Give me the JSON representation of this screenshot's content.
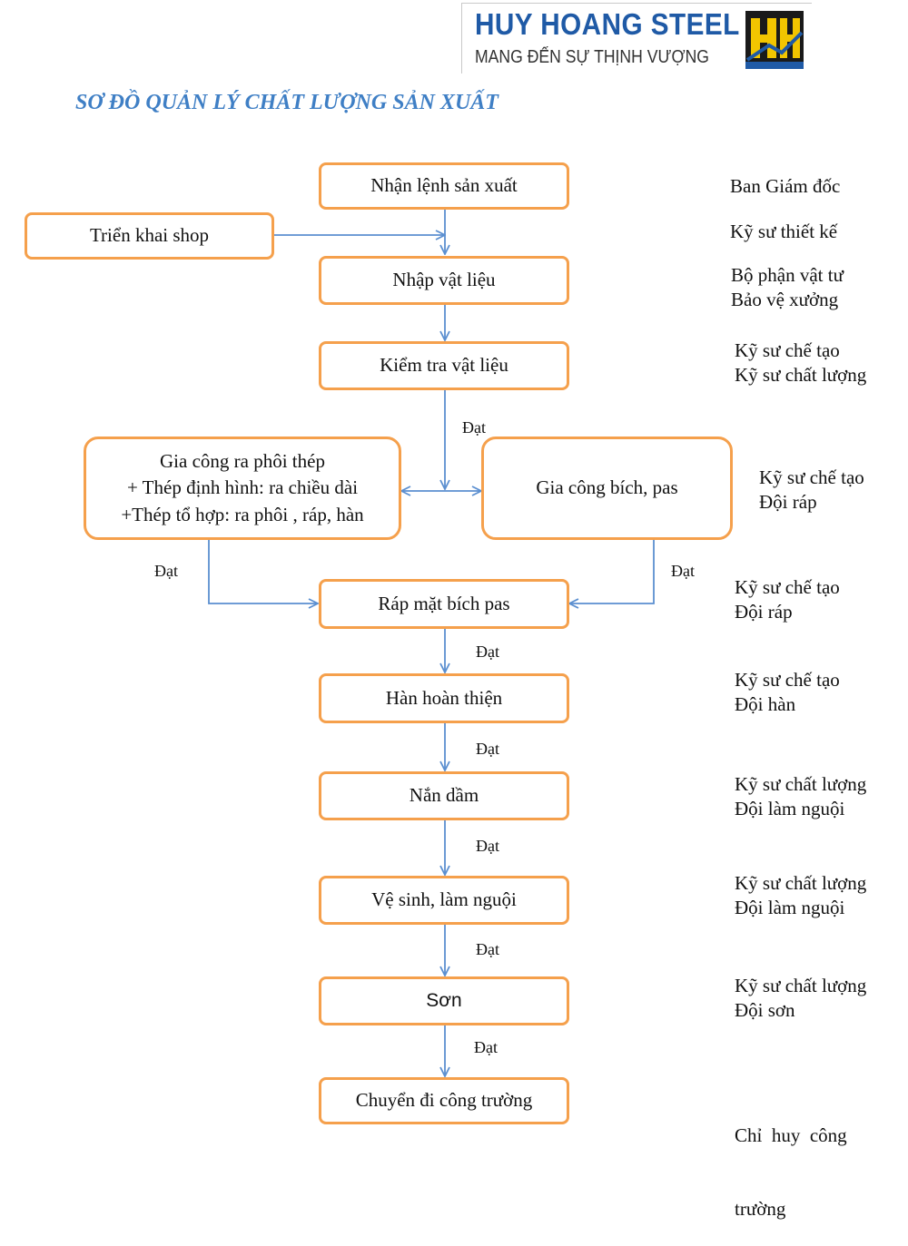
{
  "logo": {
    "name": "HUY HOANG STEEL",
    "slogan": "MANG ĐẾN SỰ THỊNH VƯỢNG",
    "colors": {
      "blue": "#1f5aa6",
      "yellow": "#f2c500",
      "dark": "#1a1a1a"
    }
  },
  "title": "SƠ ĐỒ QUẢN LÝ CHẤT LƯỢNG SẢN XUẤT",
  "colors": {
    "box_border": "#f5a04c",
    "arrow": "#5b8fd0",
    "title": "#3f7fc5"
  },
  "steps": {
    "receive_order": "Nhận lệnh sản xuất",
    "shop_drawing": "Triển khai shop",
    "import_material": "Nhập vật liệu",
    "inspect_material": "Kiểm tra vật liệu",
    "fabricate_blank": {
      "line1": "Gia công ra phôi thép",
      "line2": "+ Thép định hình: ra chiều dài",
      "line3": "+Thép tổ hợp: ra phôi , ráp, hàn"
    },
    "fabricate_flange": "Gia công bích, pas",
    "assemble_flange": "Ráp mặt bích pas",
    "complete_welding": "Hàn hoàn thiện",
    "straighten_beam": "Nắn dầm",
    "clean_finish": "Vệ sinh, làm nguội",
    "paint": "Sơn",
    "ship_to_site": "Chuyển đi công trường"
  },
  "pass_label": "Đạt",
  "responsible": {
    "r1": [
      "Ban Giám đốc"
    ],
    "r2": [
      "Kỹ sư thiết kế"
    ],
    "r3": [
      "Bộ phận vật tư",
      "Bảo vệ xưởng"
    ],
    "r4": [
      "Kỹ sư chế tạo",
      "Kỹ sư chất lượng"
    ],
    "r5": [
      "Kỹ sư chế tạo",
      "Đội ráp"
    ],
    "r6": [
      "Kỹ sư chế tạo",
      "Đội ráp"
    ],
    "r7": [
      "Kỹ sư chế tạo",
      "Đội hàn"
    ],
    "r8": [
      "Kỹ sư chất lượng",
      "Đội làm nguội"
    ],
    "r9": [
      "Kỹ sư chất lượng",
      "Đội làm nguội"
    ],
    "r10": [
      "Kỹ sư chất lượng",
      "Đội sơn"
    ],
    "r11": [
      "Chỉ  huy  công",
      "trường"
    ]
  }
}
